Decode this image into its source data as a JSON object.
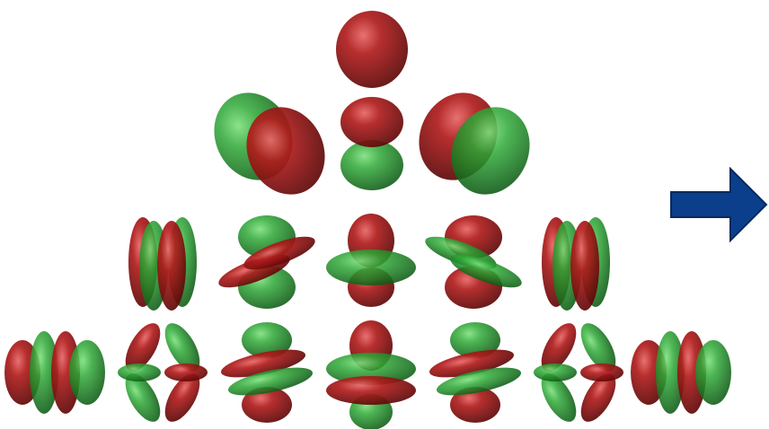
{
  "colors": {
    "positive_lobe": "#9e1414",
    "negative_lobe": "#1f9e2a",
    "arrow_fill": "#0b3f8c",
    "arrow_stroke": "#072a5e"
  },
  "rows": [
    {
      "l": 0,
      "orbitals": [
        {
          "m": 0,
          "shape": "sphere"
        }
      ]
    },
    {
      "l": 1,
      "orbitals": [
        {
          "m": -1,
          "shape": "p-diagonal-left"
        },
        {
          "m": 0,
          "shape": "p-vertical"
        },
        {
          "m": 1,
          "shape": "p-diagonal-right"
        }
      ]
    },
    {
      "l": 2,
      "orbitals": [
        {
          "m": -2,
          "shape": "d-side-lobes"
        },
        {
          "m": -1,
          "shape": "d-crossed-left"
        },
        {
          "m": 0,
          "shape": "dz2-with-ring"
        },
        {
          "m": 1,
          "shape": "d-crossed-right"
        },
        {
          "m": 2,
          "shape": "d-side-lobes"
        }
      ]
    },
    {
      "l": 3,
      "orbitals": [
        {
          "m": -3,
          "shape": "f-side-lobes"
        },
        {
          "m": -2,
          "shape": "f-clover"
        },
        {
          "m": -1,
          "shape": "f-stacked-rings"
        },
        {
          "m": 0,
          "shape": "fz3-with-rings"
        },
        {
          "m": 1,
          "shape": "f-stacked-rings"
        },
        {
          "m": 2,
          "shape": "f-clover"
        },
        {
          "m": 3,
          "shape": "f-side-lobes"
        }
      ]
    }
  ],
  "arrow": {
    "direction": "right"
  }
}
